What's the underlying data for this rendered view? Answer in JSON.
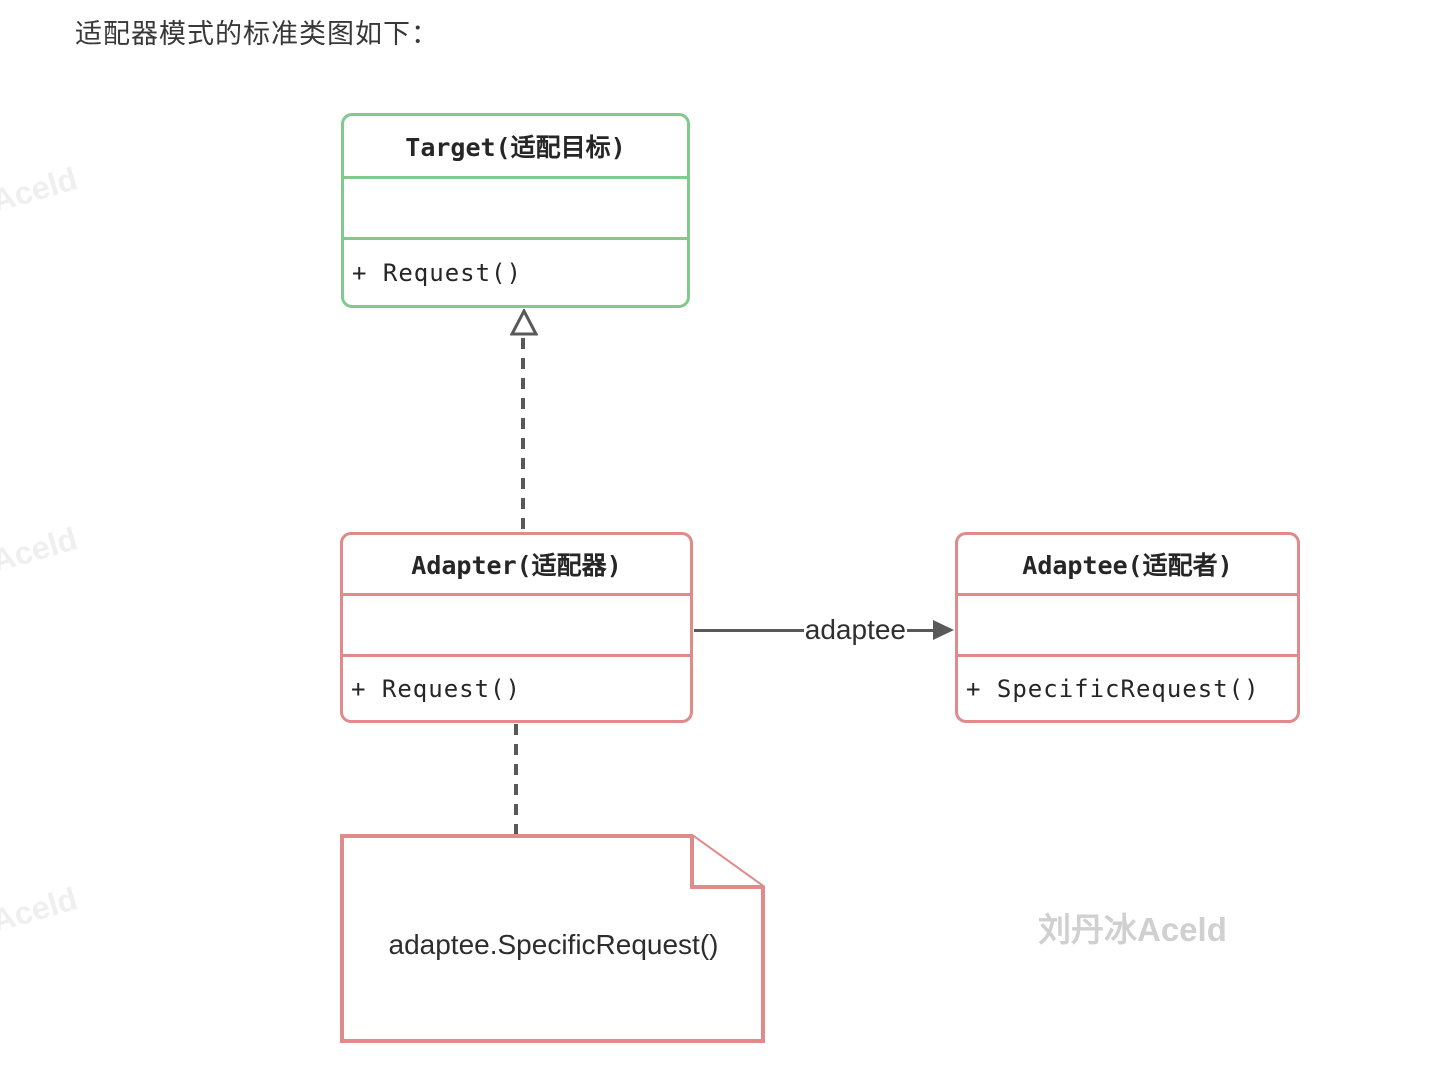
{
  "page": {
    "title": "适配器模式的标准类图如下："
  },
  "diagram": {
    "classes": [
      {
        "name": "Target(适配目标)",
        "attributes": "",
        "methods": "+ Request()"
      },
      {
        "name": "Adapter(适配器)",
        "attributes": "",
        "methods": "+ Request()"
      },
      {
        "name": "Adaptee(适配者)",
        "attributes": "",
        "methods": "+ SpecificRequest()"
      }
    ],
    "relations": {
      "realization": "Adapter implements Target (dashed line, hollow triangle arrowhead)",
      "association_label": "adaptee"
    },
    "note": {
      "text": "adaptee.SpecificRequest()"
    }
  },
  "watermark": {
    "main": "刘丹冰Aceld",
    "edge": "刘丹冰Aceld"
  },
  "colors": {
    "target_border": "#82c98e",
    "adapter_border": "#e08a8a",
    "connector": "#595959",
    "text_dark": "#262626",
    "watermark_main": "#d0d0d0",
    "watermark_faint": "#efefef"
  }
}
